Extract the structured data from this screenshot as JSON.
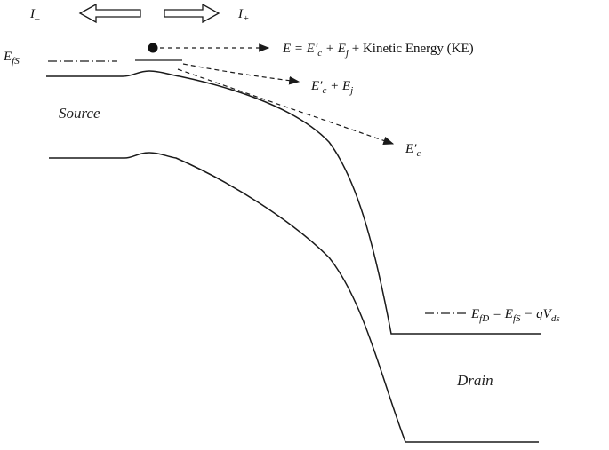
{
  "labels": {
    "i_minus": {
      "base": "I",
      "sub": "–"
    },
    "i_plus": {
      "base": "I",
      "sub": "+"
    },
    "efs": {
      "base": "E",
      "sub": "fS"
    },
    "source": "Source",
    "drain": "Drain",
    "energy_total": {
      "lhs": "E = E",
      "prime": "′",
      "sub_c": "c",
      "plus1": " + E",
      "sub_j": "j",
      "tail": " + Kinetic Energy (KE)"
    },
    "energy_cj": {
      "base": "E",
      "prime": "′",
      "sub_c": "c",
      "plus": " + E",
      "sub_j": "j"
    },
    "energy_c": {
      "base": "E",
      "prime": "′",
      "sub_c": "c"
    },
    "efd": {
      "lhs": "E",
      "sub_fd": "fD",
      "eq": " = E",
      "sub_fs": "fS",
      "minus": " − qV",
      "sub_ds": "ds"
    }
  },
  "colors": {
    "line": "#1a1a1a",
    "text": "#111111"
  },
  "icons": [
    "left-arrow-icon",
    "right-arrow-icon",
    "electron-dot-icon"
  ]
}
